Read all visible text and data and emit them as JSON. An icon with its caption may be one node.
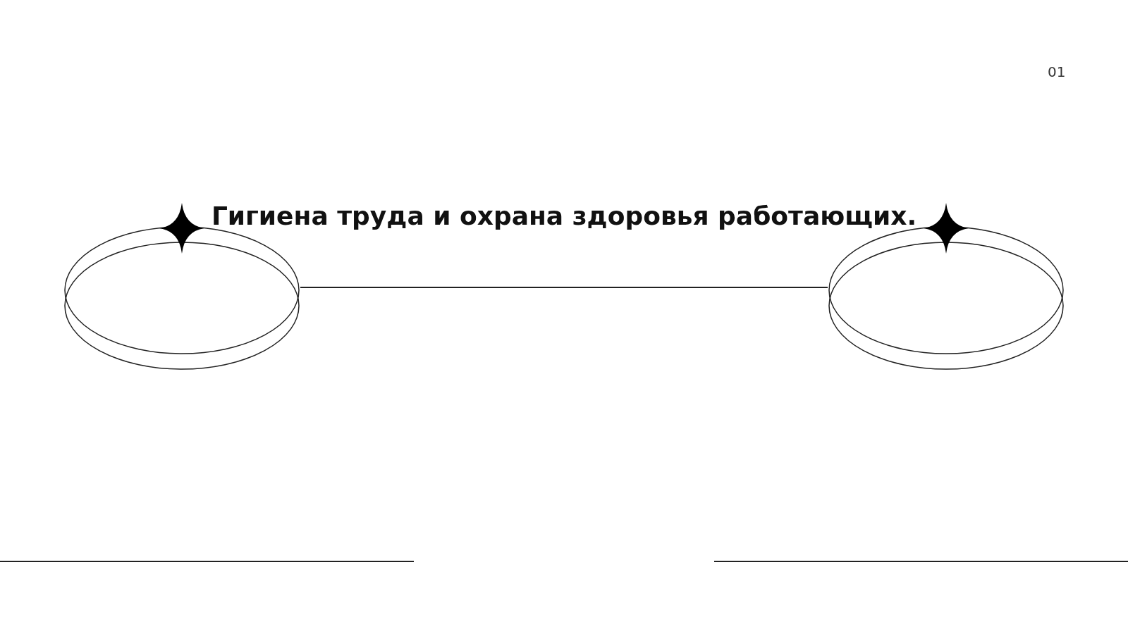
{
  "diagram": {
    "title": "Гигиена труда и охрана здоровья работающих.",
    "nodes": [
      {
        "text": [],
        "shape": "ellipse"
      },
      {
        "text": [],
        "shape": "ellipse"
      }
    ],
    "edges": [
      {
        "from": 0,
        "to": 1,
        "arrow": "none"
      }
    ],
    "labels": [
      "01"
    ]
  }
}
